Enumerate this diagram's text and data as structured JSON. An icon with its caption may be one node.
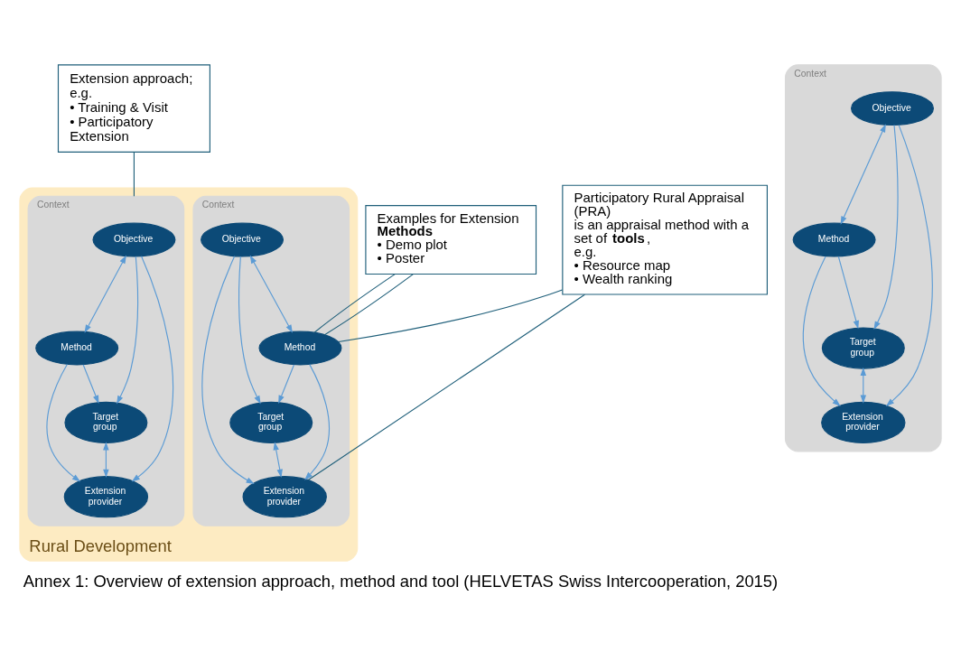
{
  "diagram": {
    "caption": "Annex 1: Overview of extension approach, method and tool (HELVETAS Swiss Intercooperation, 2015)",
    "nodes": [
      {
        "text": [
          "Rural Development"
        ]
      },
      {
        "text": [
          "Context"
        ],
        "in": 0
      },
      {
        "text": [
          "Objective"
        ],
        "in": 1
      },
      {
        "text": [
          "Method"
        ],
        "in": 1
      },
      {
        "text": [
          "Target group"
        ],
        "in": 1
      },
      {
        "text": [
          "Extension provider"
        ],
        "in": 1
      },
      {
        "text": [
          "Context"
        ],
        "in": 0
      },
      {
        "text": [
          "Objective"
        ],
        "in": 6
      },
      {
        "text": [
          "Method"
        ],
        "in": 6
      },
      {
        "text": [
          "Target group"
        ],
        "in": 6
      },
      {
        "text": [
          "Extension provider"
        ],
        "in": 6
      },
      {
        "text": [
          "Context"
        ]
      },
      {
        "text": [
          "Objective"
        ],
        "in": 11
      },
      {
        "text": [
          "Method"
        ],
        "in": 11
      },
      {
        "text": [
          "Target group"
        ],
        "in": 11
      },
      {
        "text": [
          "Extension provider"
        ],
        "in": 11
      },
      {
        "text": [
          "Examples for Extension **Methods**",
          "• Demo plot",
          "• Poster"
        ]
      },
      {
        "text": [
          "Extension approach;",
          "e.g.",
          "• Training & Visit",
          "• Participatory Extension"
        ]
      },
      {
        "text": [
          "Participatory Rural Appraisal (PRA)",
          "is an appraisal method with a set of **tools**,",
          "e.g.",
          "• Resource map",
          "• Wealth ranking"
        ]
      }
    ],
    "edges": [
      {
        "from": 2,
        "to": 3,
        "arrow": "both"
      },
      {
        "from": 2,
        "to": 4,
        "arrow": "to"
      },
      {
        "from": 2,
        "to": 5,
        "arrow": "to"
      },
      {
        "from": 3,
        "to": 4,
        "arrow": "to"
      },
      {
        "from": 3,
        "to": 5,
        "arrow": "to"
      },
      {
        "from": 4,
        "to": 5,
        "arrow": "both"
      },
      {
        "from": 7,
        "to": 8,
        "arrow": "both"
      },
      {
        "from": 7,
        "to": 9,
        "arrow": "to"
      },
      {
        "from": 7,
        "to": 10,
        "arrow": "to"
      },
      {
        "from": 8,
        "to": 9,
        "arrow": "to"
      },
      {
        "from": 8,
        "to": 10,
        "arrow": "to"
      },
      {
        "from": 9,
        "to": 10,
        "arrow": "both"
      },
      {
        "from": 12,
        "to": 13,
        "arrow": "both"
      },
      {
        "from": 12,
        "to": 14,
        "arrow": "to"
      },
      {
        "from": 12,
        "to": 15,
        "arrow": "to"
      },
      {
        "from": 13,
        "to": 14,
        "arrow": "to"
      },
      {
        "from": 13,
        "to": 15,
        "arrow": "to"
      },
      {
        "from": 14,
        "to": 15,
        "arrow": "both"
      },
      {
        "from": 16,
        "to": 3,
        "arrow": "none",
        "color": "#1f5f7a"
      },
      {
        "from": 16,
        "to": 3,
        "arrow": "none",
        "color": "#1f5f7a"
      },
      {
        "from": 17,
        "to": 6,
        "arrow": "none",
        "color": "#1f5f7a"
      },
      {
        "from": 18,
        "to": 3,
        "arrow": "none",
        "color": "#1f5f7a"
      },
      {
        "from": 18,
        "to": 5,
        "arrow": "none",
        "color": "#1f5f7a"
      }
    ]
  }
}
